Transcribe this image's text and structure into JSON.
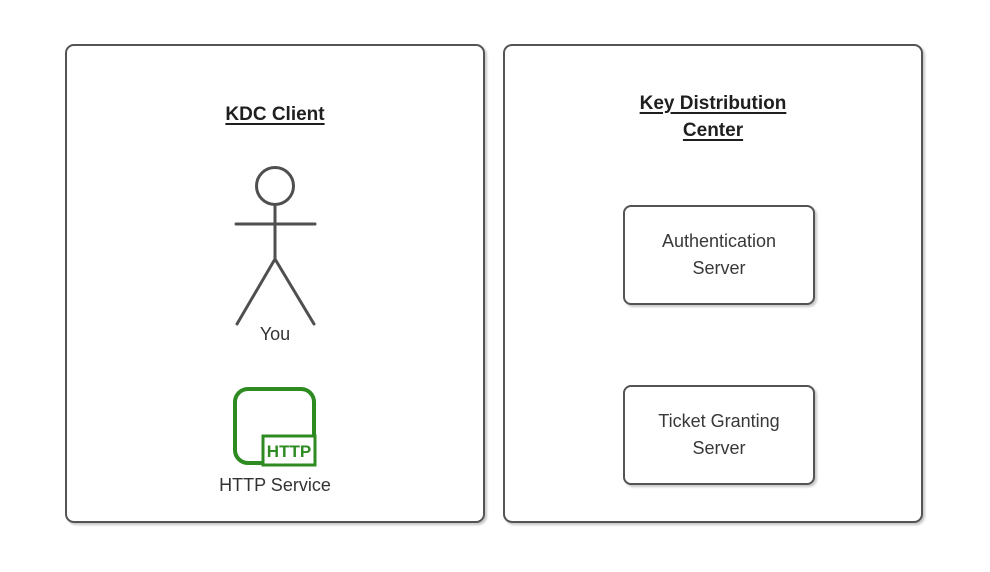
{
  "diagram": {
    "left_panel": {
      "title": "KDC Client",
      "actor_label": "You",
      "service_label": "HTTP Service",
      "service_badge": "HTTP"
    },
    "right_panel": {
      "title": "Key Distribution Center",
      "nodes": [
        {
          "label": "Authentication Server"
        },
        {
          "label": "Ticket Granting Server"
        }
      ]
    },
    "colors": {
      "panel_stroke": "#545454",
      "figure_stroke": "#4f4f4f",
      "accent_green": "#2e8b22",
      "title_text": "#1f1f1f",
      "label_text": "#383838",
      "background": "#ffffff"
    }
  }
}
